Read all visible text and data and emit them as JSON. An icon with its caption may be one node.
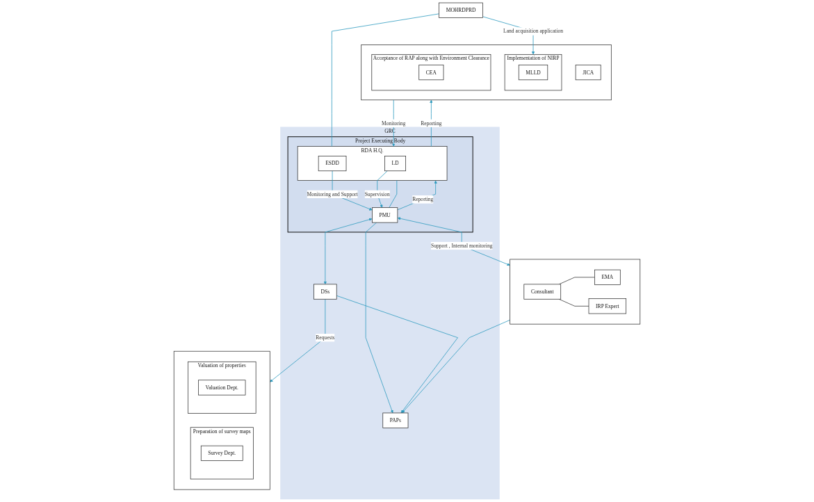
{
  "diagram": {
    "nodes": [
      {
        "text": [],
        "shape": "box"
      },
      {
        "text": [
          "Implementation of NIRP"
        ],
        "in": 0
      },
      {
        "text": [
          "MLLD"
        ],
        "in": 1
      },
      {
        "text": [
          "Acceptance of RAP along with Environment Clearance"
        ],
        "in": 0
      },
      {
        "text": [
          "CEA"
        ],
        "in": 3
      },
      {
        "text": [
          "JICA"
        ],
        "in": 0
      },
      {
        "text": [
          "MOHRDPRD"
        ]
      },
      {
        "text": [
          "GRC"
        ]
      },
      {
        "text": [
          "Project Executing Body"
        ],
        "in": 7
      },
      {
        "text": [
          "RDA H.Q."
        ],
        "in": 8
      },
      {
        "text": [
          "ESDD"
        ],
        "in": 9
      },
      {
        "text": [
          "LD"
        ],
        "in": 9
      },
      {
        "text": [
          "PMU"
        ],
        "in": 8
      },
      {
        "text": [
          "DSs"
        ],
        "in": 7
      },
      {
        "text": [
          "PAPs"
        ],
        "in": 7
      },
      {
        "text": [],
        "shape": "box"
      },
      {
        "text": [
          "Preparation of survey maps"
        ],
        "in": 15
      },
      {
        "text": [
          "Survey Dept."
        ],
        "in": 16
      },
      {
        "text": [
          "Valuation of properties"
        ],
        "in": 15
      },
      {
        "text": [
          "Valuation Dept."
        ],
        "in": 18
      },
      {
        "text": [],
        "shape": "box"
      },
      {
        "text": [
          "Consultant"
        ],
        "in": 20
      },
      {
        "text": [
          "EMA"
        ],
        "in": 20
      },
      {
        "text": [
          "IRP Expert"
        ],
        "in": 20
      }
    ],
    "edges": [
      {
        "from": 6,
        "to": 1,
        "arrow": "to",
        "label": "Land acquisition application"
      },
      {
        "from": 6,
        "to": 9,
        "arrow": "none"
      },
      {
        "from": 0,
        "to": 9,
        "arrow": "to",
        "label": "Monitoring"
      },
      {
        "from": 9,
        "to": 0,
        "arrow": "to",
        "label": "Reporting"
      },
      {
        "from": 10,
        "to": 12,
        "arrow": "to",
        "label": "Monitoring and Support"
      },
      {
        "from": 9,
        "to": 12,
        "arrow": "none"
      },
      {
        "from": 12,
        "to": 9,
        "arrow": "to",
        "label": "Reporting"
      },
      {
        "from": 11,
        "to": 12,
        "arrow": "to",
        "label": "Supervision"
      },
      {
        "from": 12,
        "to": 13,
        "arrow": "both"
      },
      {
        "from": 13,
        "to": 15,
        "arrow": "to",
        "label": "Requests"
      },
      {
        "from": 12,
        "to": 14,
        "arrow": "to"
      },
      {
        "from": 13,
        "to": 14,
        "arrow": "to"
      },
      {
        "from": 12,
        "to": 20,
        "arrow": "both",
        "label": "Support , Internal monitoring"
      },
      {
        "from": 20,
        "to": 14,
        "arrow": "to"
      },
      {
        "from": 21,
        "to": 22,
        "arrow": "none",
        "color": "#404040"
      },
      {
        "from": 21,
        "to": 23,
        "arrow": "none",
        "color": "#404040"
      }
    ]
  }
}
